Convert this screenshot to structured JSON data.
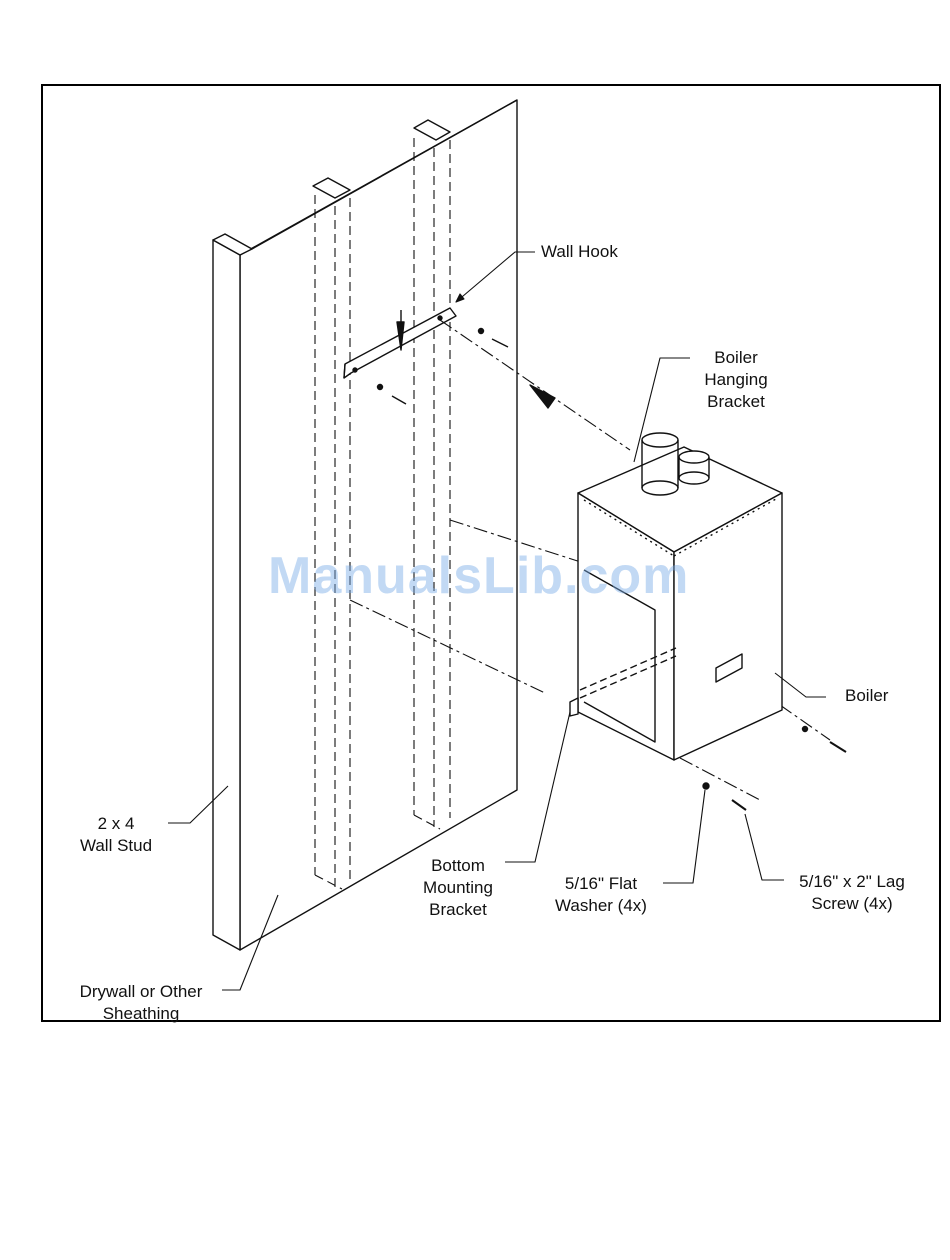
{
  "labels": {
    "wall_hook": "Wall Hook",
    "boiler_hanging_bracket": [
      "Boiler",
      "Hanging",
      "Bracket"
    ],
    "boiler": "Boiler",
    "wall_stud": [
      "2 x 4",
      "Wall Stud"
    ],
    "bottom_mounting_bracket": [
      "Bottom",
      "Mounting",
      "Bracket"
    ],
    "flat_washer": [
      "5/16\" Flat",
      "Washer (4x)"
    ],
    "lag_screw": [
      "5/16\" x 2\" Lag",
      "Screw (4x)"
    ],
    "drywall": [
      "Drywall or Other",
      "Sheathing"
    ]
  },
  "watermark": "ManualsLib.com",
  "colors": {
    "line": "#111111",
    "watermark": "#78aae6"
  }
}
